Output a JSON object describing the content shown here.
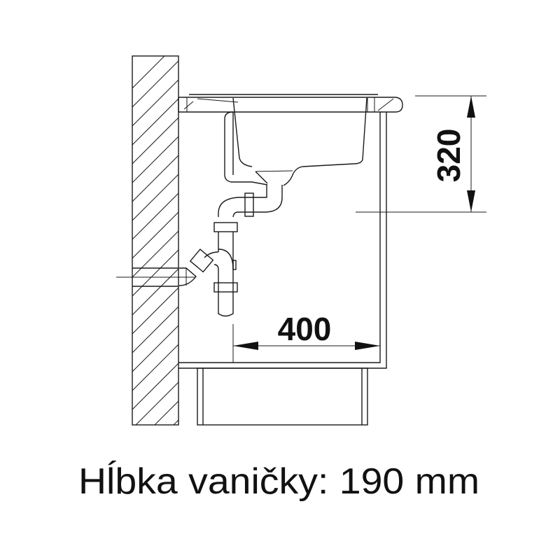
{
  "diagram": {
    "subject": "sink-cabinet-cross-section",
    "dimensions": {
      "height_label": "320",
      "width_label": "400"
    },
    "caption": "Hĺbka vaničky: 190 mm",
    "colors": {
      "line": "#1a1a1a",
      "background": "#ffffff"
    }
  }
}
